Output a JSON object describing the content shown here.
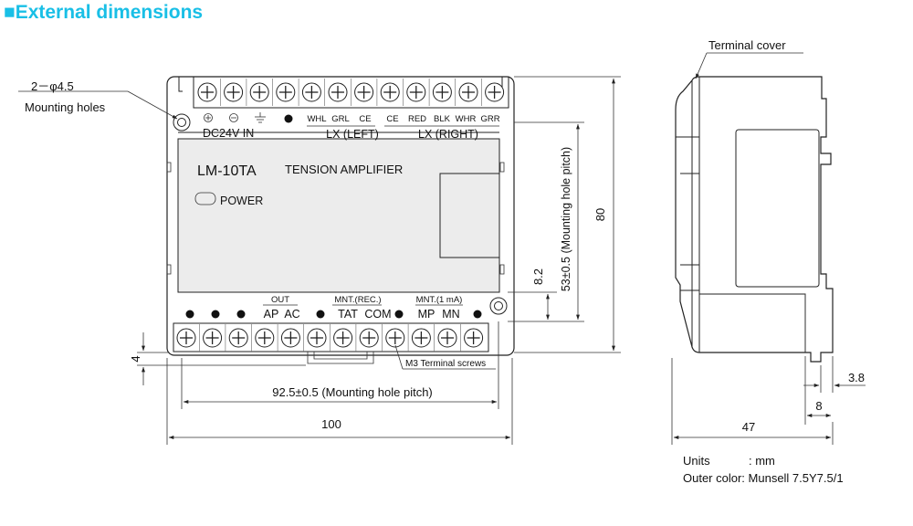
{
  "heading": "External dimensions",
  "front": {
    "mounting_hole_count": "2－φ4.5",
    "mounting_hole_label": "Mounting holes",
    "power_in_label": "DC24V IN",
    "top_terminal_labels": [
      "WHL",
      "GRL",
      "CE",
      "CE",
      "RED",
      "BLK",
      "WHR",
      "GRR"
    ],
    "lx_left": "LX (LEFT)",
    "lx_right": "LX (RIGHT)",
    "model": "LM-10TA",
    "product": "TENSION AMPLIFIER",
    "power_label": "POWER",
    "out_group": "OUT",
    "mnt_rec_group": "MNT.(REC.)",
    "mnt_1ma_group": "MNT.(1 mA)",
    "bottom_terminal_labels": [
      "AP",
      "AC",
      "TAT",
      "COM",
      "MP",
      "MN"
    ],
    "screws_label": "M3 Terminal screws",
    "dim_pitch_h": "92.5±0.5 (Mounting hole pitch)",
    "dim_width": "100",
    "dim_4": "4",
    "dim_8_2": "8.2",
    "dim_pitch_v": "53±0.5 (Mounting hole pitch)",
    "dim_height": "80"
  },
  "side": {
    "cover_label": "Terminal cover",
    "dim_3_8": "3.8",
    "dim_8": "8",
    "dim_depth": "47"
  },
  "notes": {
    "units_label": "Units",
    "units_value": ": mm",
    "color_label": "Outer color: Munsell 7.5Y7.5/1"
  },
  "colors": {
    "heading": "#19bfe6",
    "line": "#222222",
    "panel": "#ececec"
  }
}
